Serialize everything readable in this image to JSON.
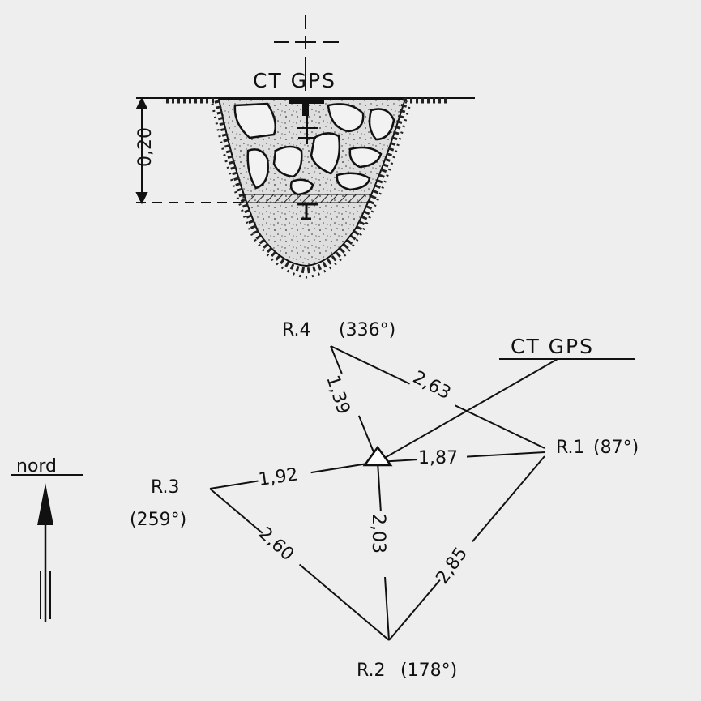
{
  "section": {
    "title": "CT GPS",
    "depth": "0,20"
  },
  "plan": {
    "marker_title": "CT GPS",
    "north_label": "nord",
    "references": [
      {
        "name": "R.4",
        "bearing": "(336°)"
      },
      {
        "name": "R.1",
        "bearing": "(87°)"
      },
      {
        "name": "R.2",
        "bearing": "(178°)"
      },
      {
        "name": "R.3",
        "bearing": "(259°)"
      }
    ],
    "distances": {
      "center_r4": "1,39",
      "r4_r1": "2,63",
      "center_r1": "1,87",
      "center_r3": "1,92",
      "center_r2": "2,03",
      "r1_r2": "2,85",
      "r3_r2": "2,60"
    }
  }
}
